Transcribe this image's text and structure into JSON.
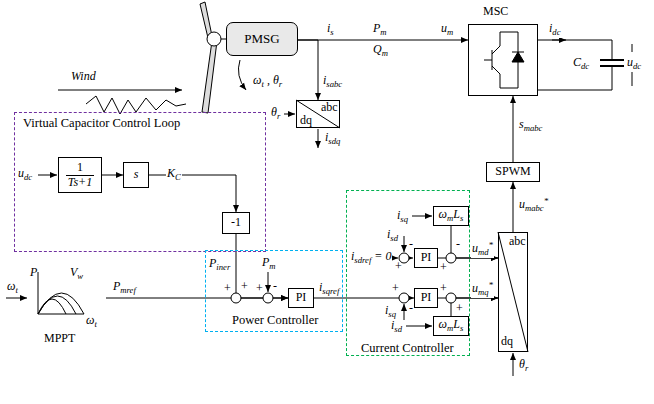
{
  "diagram": {
    "nodes": [
      {
        "text": [
          "Virtual Capacitor Control Loop"
        ]
      },
      {
        "text": [
          "1",
          "Ts+1"
        ],
        "in": 0
      },
      {
        "text": [
          "s"
        ],
        "in": 0
      },
      {
        "text": [
          "-1"
        ],
        "in": 0
      },
      {
        "text": [
          "P",
          "Vw",
          "ωt",
          "MPPT"
        ]
      },
      {
        "text": [
          "Power Controller"
        ]
      },
      {
        "text": [
          "PI"
        ],
        "in": 5
      },
      {
        "text": [
          "Current Controller"
        ]
      },
      {
        "text": [
          "ωmLs"
        ],
        "in": 7
      },
      {
        "text": [
          "PI"
        ],
        "in": 7
      },
      {
        "text": [
          "PI"
        ],
        "in": 7
      },
      {
        "text": [
          "ωmLs"
        ],
        "in": 7
      },
      {
        "text": [
          "abc",
          "dq"
        ]
      },
      {
        "text": [
          "SPWM"
        ]
      },
      {
        "text": [
          "MSC"
        ]
      },
      {
        "text": [
          "PMSG"
        ]
      },
      {
        "text": [
          "abc",
          "dq"
        ]
      }
    ],
    "edges": [
      {
        "from": 1,
        "to": 2,
        "arrow": "to"
      },
      {
        "from": 2,
        "to": 3,
        "label": "KC",
        "arrow": "to"
      },
      {
        "from": 4,
        "to": 6,
        "label": "Pmref",
        "arrow": "to"
      },
      {
        "from": 3,
        "to": 6,
        "label": "Piner",
        "arrow": "to"
      },
      {
        "from": 6,
        "to": 10,
        "label": "isqref",
        "arrow": "to"
      },
      {
        "from": 9,
        "to": 12,
        "label": "umd*",
        "arrow": "to"
      },
      {
        "from": 8,
        "to": 12,
        "arrow": "to"
      },
      {
        "from": 10,
        "to": 12,
        "label": "umq*",
        "arrow": "to"
      },
      {
        "from": 11,
        "to": 12,
        "arrow": "to"
      },
      {
        "from": 12,
        "to": 13,
        "label": "umabc*",
        "arrow": "to"
      },
      {
        "from": 13,
        "to": 14,
        "label": "smabc",
        "arrow": "to"
      },
      {
        "from": 15,
        "to": 14,
        "label": "is",
        "arrow": "to"
      },
      {
        "from": 15,
        "to": 16,
        "label": "isabc",
        "arrow": "to"
      }
    ],
    "labels": [
      "Wind",
      "ωt , θr",
      "θr",
      "isdq",
      "Pm",
      "Qm",
      "um",
      "idc",
      "Cdc",
      "udc",
      "udc",
      "Pm",
      "isdref = 0",
      "isd",
      "isq",
      "isq",
      "isd",
      "θr",
      "ωt",
      "+",
      "+",
      "+",
      "-",
      "+",
      "-",
      "+",
      "-",
      "+",
      "-",
      "+",
      "+"
    ]
  }
}
